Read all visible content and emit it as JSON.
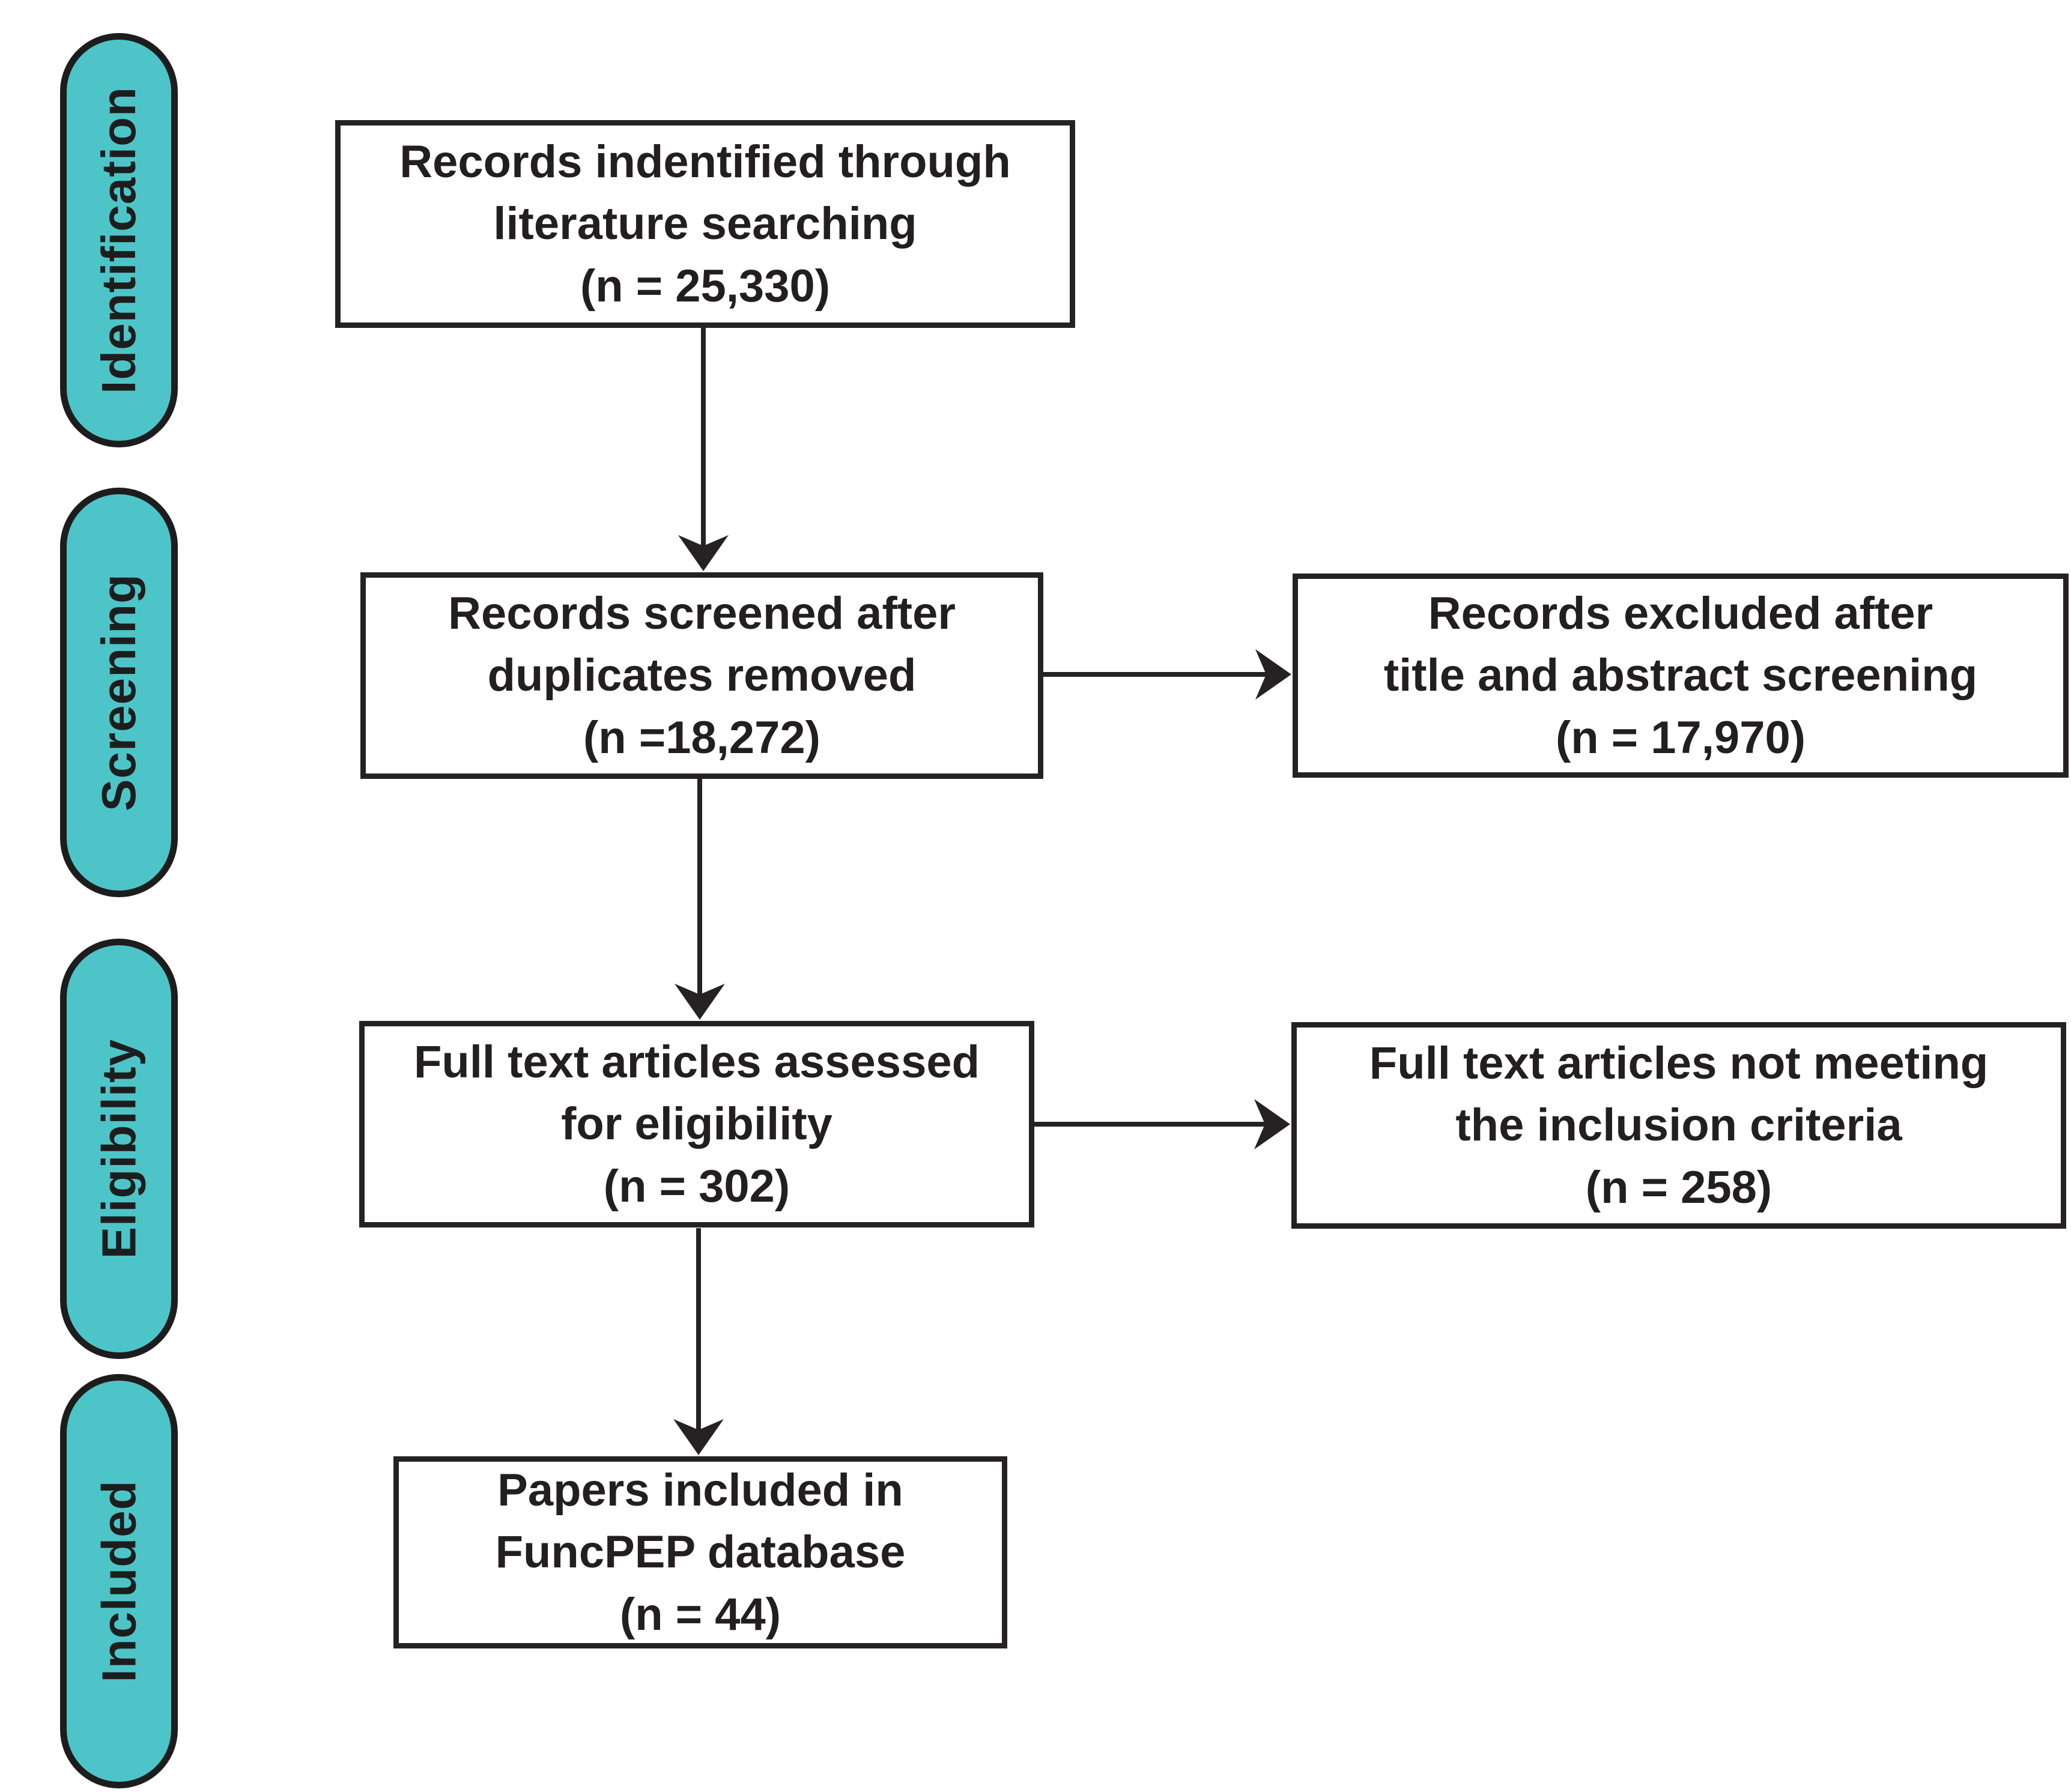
{
  "figure": {
    "type": "prisma-flow-diagram",
    "stages": [
      {
        "label": "Identification"
      },
      {
        "label": "Screening"
      },
      {
        "label": "Eligibility"
      },
      {
        "label": "Included"
      }
    ],
    "boxes": [
      {
        "id": "records-identified",
        "lines": [
          "Records indentified through",
          "literature searching",
          "(n = 25,330)"
        ]
      },
      {
        "id": "records-screened",
        "lines": [
          "Records screened after",
          "duplicates removed",
          "(n =18,272)"
        ]
      },
      {
        "id": "records-excluded",
        "lines": [
          "Records excluded after",
          "title and abstract screening",
          "(n = 17,970)"
        ]
      },
      {
        "id": "fulltext-assessed",
        "lines": [
          "Full text articles assessed",
          "for eligibility",
          "(n = 302)"
        ]
      },
      {
        "id": "fulltext-not-meeting",
        "lines": [
          "Full text articles not meeting",
          "the inclusion criteria",
          "(n = 258)"
        ]
      },
      {
        "id": "papers-included",
        "lines": [
          "Papers included in",
          "FuncPEP database",
          "(n = 44)"
        ]
      }
    ],
    "colors": {
      "stage_fill": "#4dc5c8",
      "stage_border": "#1d1d1d",
      "box_border": "#262223",
      "arrow": "#262223",
      "text": "#231f20",
      "background": "#ffffff"
    }
  }
}
